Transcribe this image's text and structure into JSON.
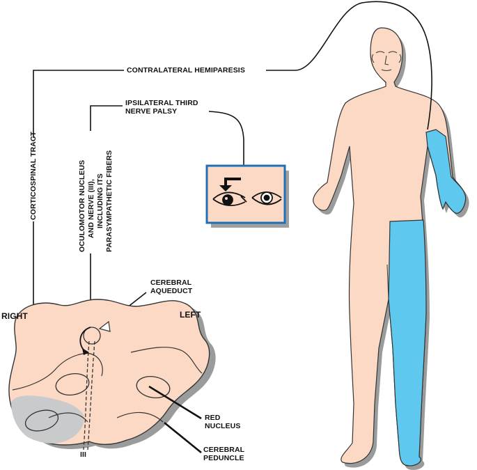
{
  "labels": {
    "hemiparesis": "CONTRALATERAL HEMIPARESIS",
    "third_nerve_line1": "IPSILATERAL THIRD",
    "third_nerve_line2": "NERVE PALSY",
    "corticospinal": "CORTICOSPINAL TRACT",
    "oculomotor_line1": "OCULOMOTOR NUCLEUS",
    "oculomotor_line2": "AND NERVE (III),",
    "oculomotor_line3": "INCLUDING ITS",
    "oculomotor_line4": "PARASYMPATHETIC FIBERS",
    "aqueduct_line1": "CEREBRAL",
    "aqueduct_line2": "AQUEDUCT",
    "right": "RIGHT",
    "left": "LEFT",
    "red_nucleus_line1": "RED",
    "red_nucleus_line2": "NUCLEUS",
    "peduncle_line1": "CEREBRAL",
    "peduncle_line2": "PEDUNCLE",
    "nerve_numeral": "III"
  },
  "colors": {
    "skin": "#fcd9c4",
    "paralysis": "#5ec8ee",
    "lesion": "#c8cacb",
    "shadow": "#a8aaaa",
    "box_border": "#1f6fb8",
    "line": "#111111"
  },
  "icons": [
    "eye-deviation-arrow-icon",
    "right-eye-icon",
    "left-eye-icon"
  ]
}
